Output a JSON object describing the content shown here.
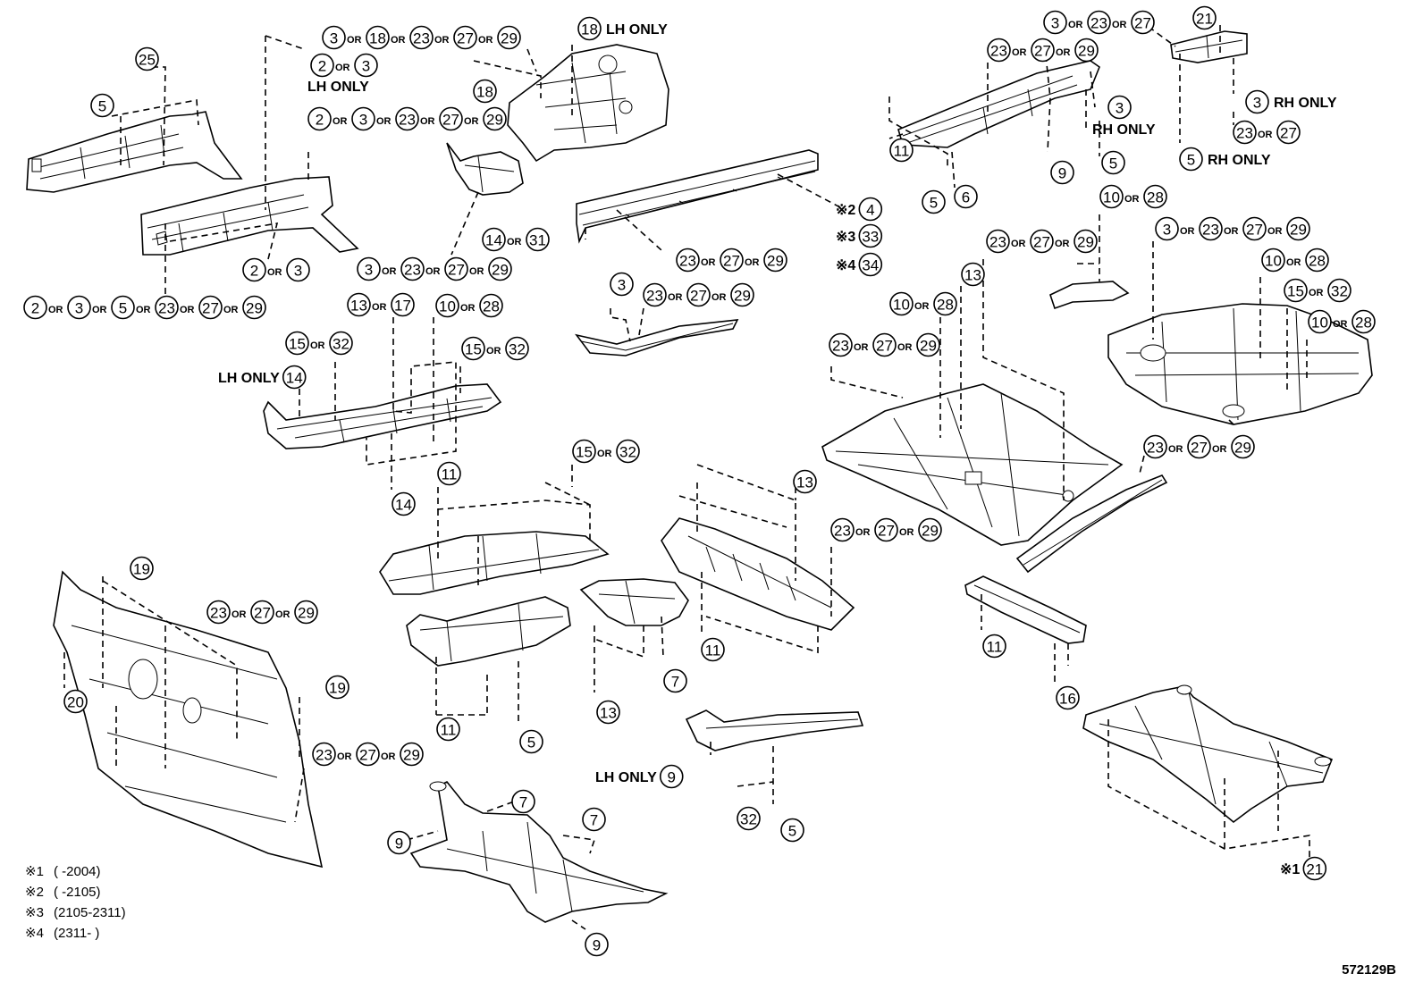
{
  "callouts": [
    {
      "id": "c-r1",
      "parts": [
        "3",
        "18",
        "23",
        "27",
        "29"
      ],
      "suffix": ""
    },
    {
      "id": "c-r2",
      "parts": [
        "2",
        "3"
      ],
      "suffix": "LH ONLY"
    },
    {
      "id": "c-r3",
      "parts": [
        "18"
      ],
      "suffix": "LH ONLY"
    },
    {
      "id": "c-r4",
      "parts": [
        "25"
      ],
      "suffix": ""
    },
    {
      "id": "c-r5",
      "parts": [
        "5"
      ],
      "suffix": ""
    },
    {
      "id": "c-r6",
      "parts": [
        "2",
        "3",
        "23",
        "27",
        "29"
      ],
      "suffix": ""
    },
    {
      "id": "c-r7",
      "parts": [
        "18"
      ],
      "suffix": ""
    },
    {
      "id": "c-r8",
      "parts": [
        "14",
        "31"
      ],
      "suffix": ""
    },
    {
      "id": "c-r9",
      "parts": [
        "2",
        "3"
      ],
      "suffix": ""
    },
    {
      "id": "c-r10",
      "parts": [
        "3",
        "23",
        "27",
        "29"
      ],
      "suffix": ""
    },
    {
      "id": "c-r11",
      "parts": [
        "2",
        "3",
        "5",
        "23",
        "27",
        "29"
      ],
      "suffix": ""
    },
    {
      "id": "c-r12",
      "parts": [
        "13",
        "17"
      ],
      "suffix": ""
    },
    {
      "id": "c-r13",
      "parts": [
        "10",
        "28"
      ],
      "suffix": ""
    },
    {
      "id": "c-r14",
      "parts": [
        "15",
        "32"
      ],
      "suffix": ""
    },
    {
      "id": "c-r15",
      "parts": [
        "15",
        "32"
      ],
      "suffix": ""
    },
    {
      "id": "c-r16",
      "parts": [
        "14"
      ],
      "prefix": "LH ONLY",
      "suffix": ""
    },
    {
      "id": "c-r17",
      "parts": [
        "14"
      ],
      "suffix": ""
    },
    {
      "id": "c-r18",
      "parts": [
        "11"
      ],
      "suffix": ""
    },
    {
      "id": "c-r19",
      "parts": [
        "15",
        "32"
      ],
      "suffix": ""
    },
    {
      "id": "c-r20",
      "parts": [
        "3",
        "23",
        "27"
      ],
      "suffix": ""
    },
    {
      "id": "c-r21",
      "parts": [
        "21"
      ],
      "suffix": ""
    },
    {
      "id": "c-r22",
      "parts": [
        "23",
        "27",
        "29"
      ],
      "suffix": ""
    },
    {
      "id": "c-r23",
      "parts": [
        "3"
      ],
      "suffix": "RH ONLY"
    },
    {
      "id": "c-r24",
      "parts": [
        "3"
      ],
      "suffix": ""
    },
    {
      "id": "c-r25",
      "parts": [
        "23",
        "27"
      ],
      "suffix": ""
    },
    {
      "id": "c-r26",
      "parts": [
        "5"
      ],
      "suffix": "RH ONLY"
    },
    {
      "id": "c-r27",
      "parts": [
        "11"
      ],
      "suffix": ""
    },
    {
      "id": "c-r28",
      "parts": [
        "9"
      ],
      "suffix": ""
    },
    {
      "id": "c-r29",
      "parts": [
        "5"
      ],
      "suffix": ""
    },
    {
      "id": "c-r30",
      "parts": [
        "5"
      ],
      "suffix": ""
    },
    {
      "id": "c-r31",
      "parts": [
        "6"
      ],
      "suffix": ""
    },
    {
      "id": "c-r32",
      "parts": [
        "4"
      ],
      "prefix": "※2",
      "suffix": ""
    },
    {
      "id": "c-r33",
      "parts": [
        "33"
      ],
      "prefix": "※3",
      "suffix": ""
    },
    {
      "id": "c-r34",
      "parts": [
        "34"
      ],
      "prefix": "※4",
      "suffix": ""
    },
    {
      "id": "c-r35",
      "parts": [
        "23",
        "27",
        "29"
      ],
      "suffix": ""
    },
    {
      "id": "c-r36",
      "parts": [
        "3"
      ],
      "suffix": ""
    },
    {
      "id": "c-r37",
      "parts": [
        "23",
        "27",
        "29"
      ],
      "suffix": ""
    },
    {
      "id": "c-r38",
      "parts": [
        "10",
        "28"
      ],
      "suffix": ""
    },
    {
      "id": "c-r39",
      "parts": [
        "23",
        "27",
        "29"
      ],
      "suffix": ""
    },
    {
      "id": "c-r40",
      "parts": [
        "3",
        "23",
        "27",
        "29"
      ],
      "suffix": ""
    },
    {
      "id": "c-r41",
      "parts": [
        "13"
      ],
      "suffix": ""
    },
    {
      "id": "c-r42",
      "parts": [
        "10",
        "28"
      ],
      "suffix": ""
    },
    {
      "id": "c-r43",
      "parts": [
        "10",
        "28"
      ],
      "suffix": ""
    },
    {
      "id": "c-r44",
      "parts": [
        "15",
        "32"
      ],
      "suffix": ""
    },
    {
      "id": "c-r45",
      "parts": [
        "10",
        "28"
      ],
      "suffix": ""
    },
    {
      "id": "c-r46",
      "parts": [
        "23",
        "27",
        "29"
      ],
      "suffix": ""
    },
    {
      "id": "c-r47",
      "parts": [
        "23",
        "27",
        "29"
      ],
      "suffix": ""
    },
    {
      "id": "c-r48",
      "parts": [
        "13"
      ],
      "suffix": ""
    },
    {
      "id": "c-r49",
      "parts": [
        "23",
        "27",
        "29"
      ],
      "suffix": ""
    },
    {
      "id": "c-r50",
      "parts": [
        "19"
      ],
      "suffix": ""
    },
    {
      "id": "c-r51",
      "parts": [
        "23",
        "27",
        "29"
      ],
      "suffix": ""
    },
    {
      "id": "c-r52",
      "parts": [
        "20"
      ],
      "suffix": ""
    },
    {
      "id": "c-r53",
      "parts": [
        "19"
      ],
      "suffix": ""
    },
    {
      "id": "c-r54",
      "parts": [
        "23",
        "27",
        "29"
      ],
      "suffix": ""
    },
    {
      "id": "c-r55",
      "parts": [
        "11"
      ],
      "suffix": ""
    },
    {
      "id": "c-r56",
      "parts": [
        "5"
      ],
      "suffix": ""
    },
    {
      "id": "c-r57",
      "parts": [
        "13"
      ],
      "suffix": ""
    },
    {
      "id": "c-r58",
      "parts": [
        "7"
      ],
      "suffix": ""
    },
    {
      "id": "c-r59",
      "parts": [
        "11"
      ],
      "suffix": ""
    },
    {
      "id": "c-r60",
      "parts": [
        "11"
      ],
      "suffix": ""
    },
    {
      "id": "c-r61",
      "parts": [
        "16"
      ],
      "suffix": ""
    },
    {
      "id": "c-r62",
      "parts": [
        "9"
      ],
      "prefix": "LH ONLY",
      "suffix": ""
    },
    {
      "id": "c-r63",
      "parts": [
        "32"
      ],
      "suffix": ""
    },
    {
      "id": "c-r64",
      "parts": [
        "5"
      ],
      "suffix": ""
    },
    {
      "id": "c-r65",
      "parts": [
        "7"
      ],
      "suffix": ""
    },
    {
      "id": "c-r66",
      "parts": [
        "7"
      ],
      "suffix": ""
    },
    {
      "id": "c-r67",
      "parts": [
        "9"
      ],
      "suffix": ""
    },
    {
      "id": "c-r68",
      "parts": [
        "9"
      ],
      "suffix": ""
    },
    {
      "id": "c-r69",
      "parts": [
        "21"
      ],
      "prefix": "※1",
      "suffix": ""
    }
  ],
  "or_text": "OR",
  "notes": [
    {
      "mark": "※1",
      "range": "(        -2004)"
    },
    {
      "mark": "※2",
      "range": "(        -2105)"
    },
    {
      "mark": "※3",
      "range": "(2105-2311)"
    },
    {
      "mark": "※4",
      "range": "(2311-        )"
    }
  ],
  "ref_number": "572129B"
}
